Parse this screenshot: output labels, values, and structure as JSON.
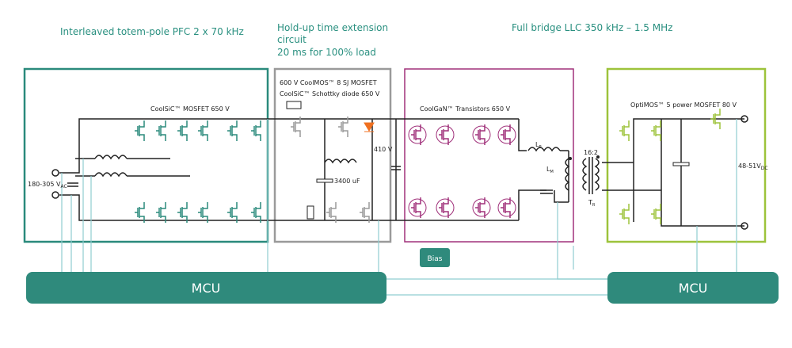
{
  "titles": {
    "pfc": "Interleaved totem-pole PFC 2 x 70 kHz",
    "holdup_line1": "Hold-up time extension",
    "holdup_line2": "circuit",
    "holdup_line3": "20 ms for 100% load",
    "llc": "Full bridge LLC 350 kHz – 1.5 MHz"
  },
  "labels": {
    "pfc_devices": "CoolSiC™ MOSFET 650 V",
    "holdup_mosfet": "600 V CoolMOS™ 8 SJ MOSFET",
    "holdup_diode": "CoolSiC™ Schottky diode 650 V",
    "capacitor": "3400 uF",
    "bus_voltage": "410 V",
    "gan_devices": "CoolGaN™ Transistors  650 V",
    "sr_devices": "OptiMOS™ 5 power MOSFET 80 V",
    "input_voltage": "180-305 V",
    "input_voltage_sub": "AC",
    "output_voltage": "48-51V",
    "output_voltage_sub": "DC",
    "lr": "L",
    "lr_sub": "R",
    "lm": "L",
    "lm_sub": "M",
    "ratio": "16:2",
    "tr": "T",
    "tr_sub": "R",
    "bias": "Bias",
    "mcu_left": "MCU",
    "mcu_right": "MCU"
  },
  "colors": {
    "pfc": "#2a8a7c",
    "holdup": "#9a9a9a",
    "llc": "#a0307a",
    "sr": "#9dc33b",
    "signal": "#8fcdd0",
    "diode": "#f07020"
  }
}
